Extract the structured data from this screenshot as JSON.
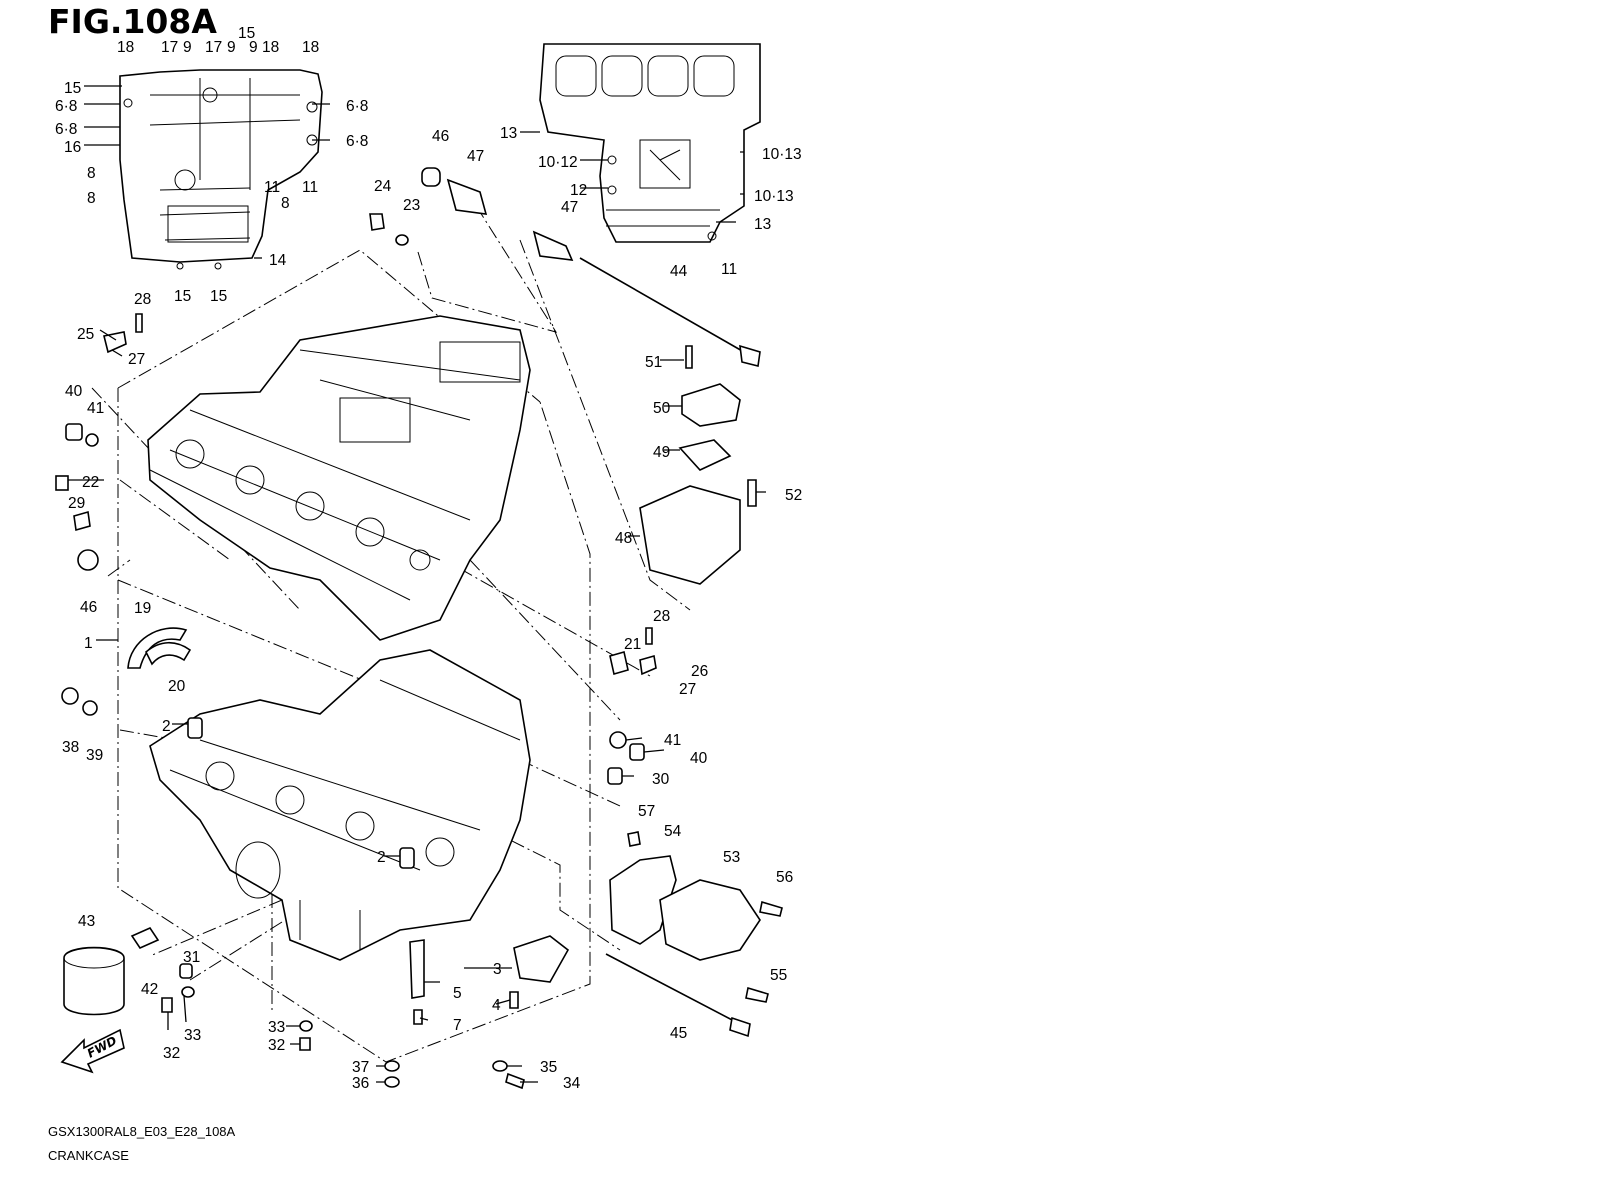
{
  "figure": {
    "title": "FIG.108A",
    "code": "GSX1300RAL8_E03_E28_108A",
    "name": "CRANKCASE"
  },
  "direction_arrow": {
    "label": "FWD",
    "icon": "fwd-arrow-icon"
  },
  "callouts": [
    {
      "id": "c-18a",
      "text": "18"
    },
    {
      "id": "c-17a",
      "text": "17"
    },
    {
      "id": "c-9a",
      "text": "9"
    },
    {
      "id": "c-17b",
      "text": "17"
    },
    {
      "id": "c-9b",
      "text": "9"
    },
    {
      "id": "c-15a",
      "text": "15"
    },
    {
      "id": "c-9c",
      "text": "9"
    },
    {
      "id": "c-18b",
      "text": "18"
    },
    {
      "id": "c-18c",
      "text": "18"
    },
    {
      "id": "c-15b",
      "text": "15"
    },
    {
      "id": "c-68a",
      "text": "6·8"
    },
    {
      "id": "c-68b",
      "text": "6·8"
    },
    {
      "id": "c-68c",
      "text": "6·8"
    },
    {
      "id": "c-68d",
      "text": "6·8"
    },
    {
      "id": "c-16",
      "text": "16"
    },
    {
      "id": "c-8a",
      "text": "8"
    },
    {
      "id": "c-8b",
      "text": "8"
    },
    {
      "id": "c-11a",
      "text": "11"
    },
    {
      "id": "c-8c",
      "text": "8"
    },
    {
      "id": "c-11b",
      "text": "11"
    },
    {
      "id": "c-14",
      "text": "14"
    },
    {
      "id": "c-15c",
      "text": "15"
    },
    {
      "id": "c-15d",
      "text": "15"
    },
    {
      "id": "c-13a",
      "text": "13"
    },
    {
      "id": "c-1012a",
      "text": "10·12"
    },
    {
      "id": "c-1013a",
      "text": "10·13"
    },
    {
      "id": "c-12",
      "text": "12"
    },
    {
      "id": "c-1013b",
      "text": "10·13"
    },
    {
      "id": "c-13b",
      "text": "13"
    },
    {
      "id": "c-11c",
      "text": "11"
    },
    {
      "id": "c-46a",
      "text": "46"
    },
    {
      "id": "c-47a",
      "text": "47"
    },
    {
      "id": "c-47b",
      "text": "47"
    },
    {
      "id": "c-24",
      "text": "24"
    },
    {
      "id": "c-23",
      "text": "23"
    },
    {
      "id": "c-44",
      "text": "44"
    },
    {
      "id": "c-51",
      "text": "51"
    },
    {
      "id": "c-50",
      "text": "50"
    },
    {
      "id": "c-49",
      "text": "49"
    },
    {
      "id": "c-52",
      "text": "52"
    },
    {
      "id": "c-48",
      "text": "48"
    },
    {
      "id": "c-28a",
      "text": "28"
    },
    {
      "id": "c-25",
      "text": "25"
    },
    {
      "id": "c-27a",
      "text": "27"
    },
    {
      "id": "c-40a",
      "text": "40"
    },
    {
      "id": "c-41a",
      "text": "41"
    },
    {
      "id": "c-22",
      "text": "22"
    },
    {
      "id": "c-29",
      "text": "29"
    },
    {
      "id": "c-46b",
      "text": "46"
    },
    {
      "id": "c-19",
      "text": "19"
    },
    {
      "id": "c-1",
      "text": "1"
    },
    {
      "id": "c-20",
      "text": "20"
    },
    {
      "id": "c-28b",
      "text": "28"
    },
    {
      "id": "c-21",
      "text": "21"
    },
    {
      "id": "c-26",
      "text": "26"
    },
    {
      "id": "c-27b",
      "text": "27"
    },
    {
      "id": "c-38",
      "text": "38"
    },
    {
      "id": "c-39",
      "text": "39"
    },
    {
      "id": "c-2a",
      "text": "2"
    },
    {
      "id": "c-41b",
      "text": "41"
    },
    {
      "id": "c-40b",
      "text": "40"
    },
    {
      "id": "c-30",
      "text": "30"
    },
    {
      "id": "c-57",
      "text": "57"
    },
    {
      "id": "c-54",
      "text": "54"
    },
    {
      "id": "c-53",
      "text": "53"
    },
    {
      "id": "c-56",
      "text": "56"
    },
    {
      "id": "c-2b",
      "text": "2"
    },
    {
      "id": "c-43",
      "text": "43"
    },
    {
      "id": "c-31",
      "text": "31"
    },
    {
      "id": "c-42",
      "text": "42"
    },
    {
      "id": "c-3",
      "text": "3"
    },
    {
      "id": "c-5",
      "text": "5"
    },
    {
      "id": "c-55",
      "text": "55"
    },
    {
      "id": "c-4",
      "text": "4"
    },
    {
      "id": "c-7",
      "text": "7"
    },
    {
      "id": "c-45",
      "text": "45"
    },
    {
      "id": "c-33a",
      "text": "33"
    },
    {
      "id": "c-32a",
      "text": "32"
    },
    {
      "id": "c-33b",
      "text": "33"
    },
    {
      "id": "c-32b",
      "text": "32"
    },
    {
      "id": "c-37",
      "text": "37"
    },
    {
      "id": "c-35",
      "text": "35"
    },
    {
      "id": "c-36",
      "text": "36"
    },
    {
      "id": "c-34",
      "text": "34"
    }
  ]
}
